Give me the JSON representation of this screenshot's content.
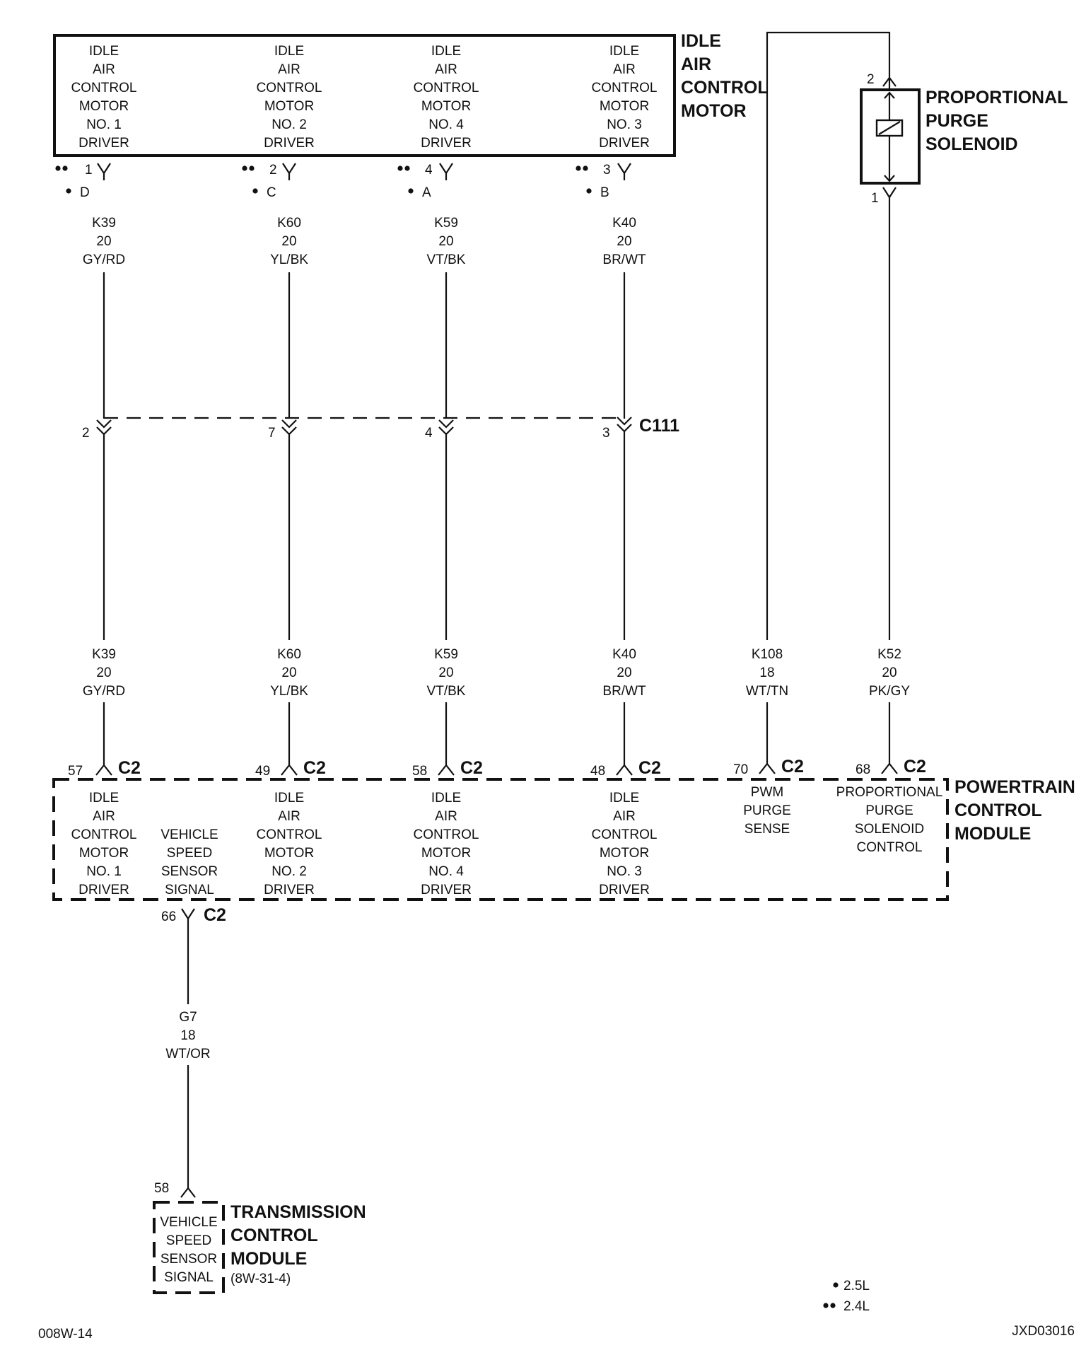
{
  "iac_motor": {
    "title": [
      "IDLE",
      "AIR",
      "CONTROL",
      "MOTOR"
    ],
    "drivers": [
      {
        "lines": [
          "IDLE",
          "AIR",
          "CONTROL",
          "MOTOR",
          "NO. 1",
          "DRIVER"
        ],
        "pin_24": "1",
        "pin_25": "D"
      },
      {
        "lines": [
          "IDLE",
          "AIR",
          "CONTROL",
          "MOTOR",
          "NO. 2",
          "DRIVER"
        ],
        "pin_24": "2",
        "pin_25": "C"
      },
      {
        "lines": [
          "IDLE",
          "AIR",
          "CONTROL",
          "MOTOR",
          "NO. 4",
          "DRIVER"
        ],
        "pin_24": "4",
        "pin_25": "A"
      },
      {
        "lines": [
          "IDLE",
          "AIR",
          "CONTROL",
          "MOTOR",
          "NO. 3",
          "DRIVER"
        ],
        "pin_24": "3",
        "pin_25": "B"
      }
    ]
  },
  "wires_top": [
    {
      "circuit": "K39",
      "gauge": "20",
      "color": "GY/RD"
    },
    {
      "circuit": "K60",
      "gauge": "20",
      "color": "YL/BK"
    },
    {
      "circuit": "K59",
      "gauge": "20",
      "color": "VT/BK"
    },
    {
      "circuit": "K40",
      "gauge": "20",
      "color": "BR/WT"
    }
  ],
  "c111": {
    "name": "C111",
    "pins": [
      "2",
      "7",
      "4",
      "3"
    ]
  },
  "wires_bottom": [
    {
      "circuit": "K39",
      "gauge": "20",
      "color": "GY/RD"
    },
    {
      "circuit": "K60",
      "gauge": "20",
      "color": "YL/BK"
    },
    {
      "circuit": "K59",
      "gauge": "20",
      "color": "VT/BK"
    },
    {
      "circuit": "K40",
      "gauge": "20",
      "color": "BR/WT"
    },
    {
      "circuit": "K108",
      "gauge": "18",
      "color": "WT/TN"
    },
    {
      "circuit": "K52",
      "gauge": "20",
      "color": "PK/GY"
    }
  ],
  "purge_solenoid": {
    "title": [
      "PROPORTIONAL",
      "PURGE",
      "SOLENOID"
    ],
    "pin_top": "2",
    "pin_bottom": "1"
  },
  "pcm": {
    "title": [
      "POWERTRAIN",
      "CONTROL",
      "MODULE"
    ],
    "connector": "C2",
    "pins": [
      "57",
      "49",
      "58",
      "48",
      "70",
      "68"
    ],
    "vss_pin": "66",
    "functions": [
      [
        "IDLE",
        "AIR",
        "CONTROL",
        "MOTOR",
        "NO. 1",
        "DRIVER"
      ],
      [
        "VEHICLE",
        "SPEED",
        "SENSOR",
        "SIGNAL"
      ],
      [
        "IDLE",
        "AIR",
        "CONTROL",
        "MOTOR",
        "NO. 2",
        "DRIVER"
      ],
      [
        "IDLE",
        "AIR",
        "CONTROL",
        "MOTOR",
        "NO. 4",
        "DRIVER"
      ],
      [
        "IDLE",
        "AIR",
        "CONTROL",
        "MOTOR",
        "NO. 3",
        "DRIVER"
      ],
      [
        "PWM",
        "PURGE",
        "SENSE"
      ],
      [
        "PROPORTIONAL",
        "PURGE",
        "SOLENOID",
        "CONTROL"
      ]
    ]
  },
  "vss_wire": {
    "circuit": "G7",
    "gauge": "18",
    "color": "WT/OR"
  },
  "tcm": {
    "pin": "58",
    "function": [
      "VEHICLE",
      "SPEED",
      "SENSOR",
      "SIGNAL"
    ],
    "title": [
      "TRANSMISSION",
      "CONTROL",
      "MODULE"
    ],
    "ref": "(8W-31-4)"
  },
  "legend": [
    {
      "symbol": "•",
      "label": "2.5L"
    },
    {
      "symbol": "••",
      "label": "2.4L"
    }
  ],
  "footer": {
    "left": "008W-14",
    "right": "JXD03016"
  }
}
